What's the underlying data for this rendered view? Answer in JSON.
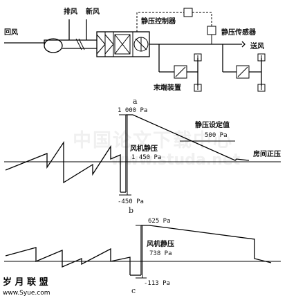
{
  "diagram_a": {
    "return_air": "回风",
    "exhaust_air": "排风",
    "fresh_air": "新风",
    "static_controller": "静压控制器",
    "static_sensor": "静压传感器",
    "supply_air": "送风",
    "terminal_device": "末端装置",
    "caption": "a"
  },
  "diagram_b": {
    "top_value": "1 000 Pa",
    "setpoint_label": "静压设定值",
    "setpoint_value": "500 Pa",
    "fan_static_label": "风机静压",
    "fan_static_value": "1 450 Pa",
    "room_positive": "房间正压",
    "bottom_value": "-450 Pa",
    "caption": "b"
  },
  "diagram_c": {
    "top_value": "625 Pa",
    "fan_static_label": "风机静压",
    "fan_static_value": "738 Pa",
    "bottom_value": "-113 Pa",
    "caption": "c"
  },
  "watermark": {
    "line1": "中国论文下载中心",
    "line2": "www.studa.net"
  },
  "footer": {
    "logo_text": "岁 月 联 盟",
    "url": "www.Syue.com"
  }
}
